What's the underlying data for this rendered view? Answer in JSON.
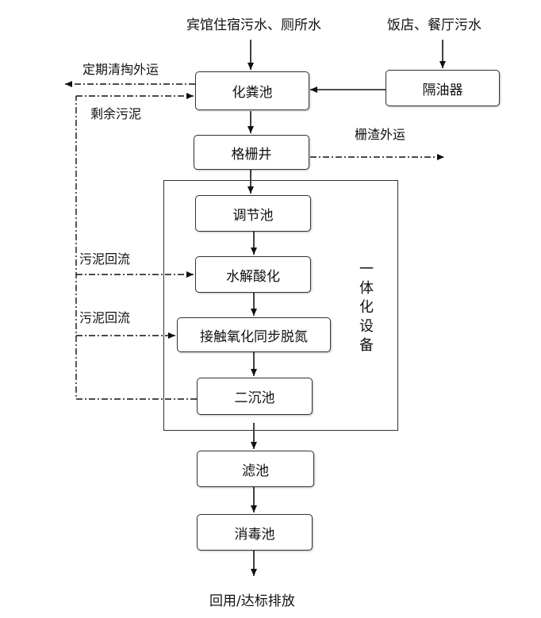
{
  "sources": {
    "hotel": "宾馆住宿污水、厕所水",
    "restaurant": "饭店、餐厅污水"
  },
  "units": {
    "septic_tank": "化粪池",
    "grease_trap": "隔油器",
    "grille_well": "格栅井",
    "regulating_tank": "调节池",
    "hydrolysis": "水解酸化",
    "contact_oxidation": "接触氧化同步脱氮",
    "secondary_clarifier": "二沉池",
    "filter_tank": "滤池",
    "disinfection_tank": "消毒池"
  },
  "labels": {
    "periodic_removal": "定期清掏外运",
    "excess_sludge": "剩余污泥",
    "screenings_out": "栅渣外运",
    "sludge_return_1": "污泥回流",
    "sludge_return_2": "污泥回流",
    "integrated_equipment": [
      "一",
      "体",
      "化",
      "设",
      "备"
    ],
    "final_output": "回用/达标排放"
  }
}
